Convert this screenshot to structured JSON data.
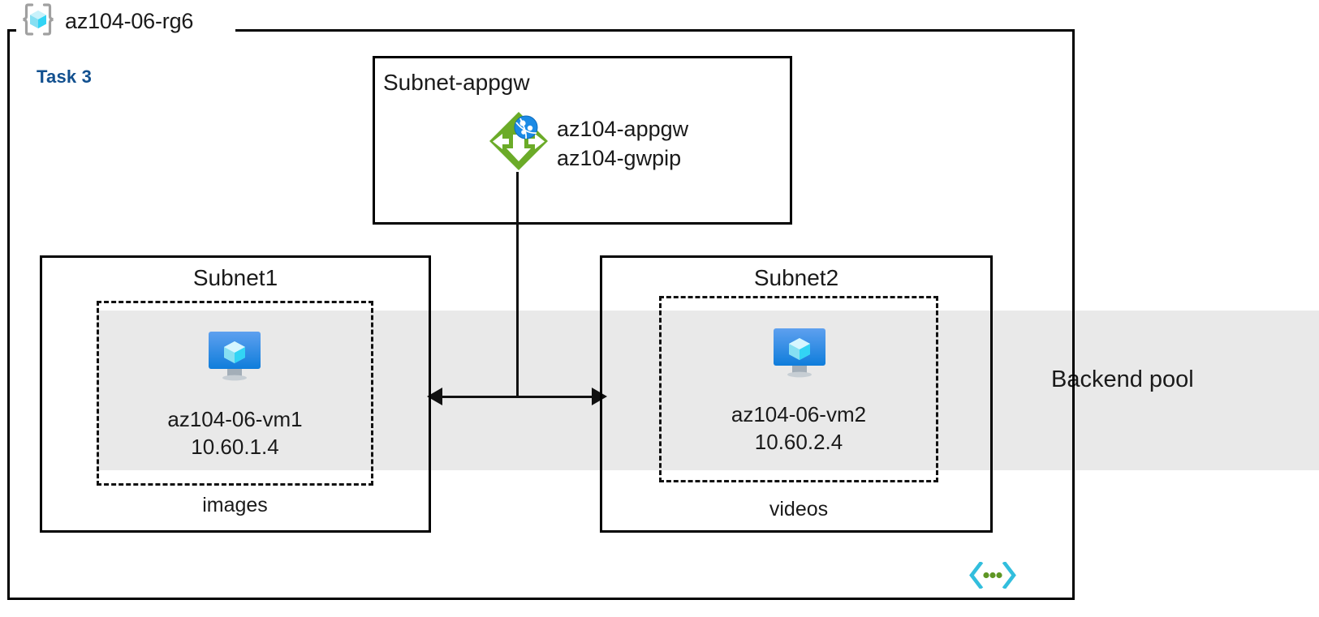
{
  "diagram": {
    "resource_group": {
      "name": "az104-06-rg6",
      "icon": "resource-group-icon"
    },
    "task_label": "Task 3",
    "backend_pool_label": "Backend pool",
    "vnet_icon": "virtual-network-icon",
    "subnets": [
      {
        "id": "subnet-appgw",
        "title": "Subnet-appgw",
        "resources": [
          {
            "icon": "application-gateway-icon",
            "line1": "az104-appgw",
            "line2": "az104-gwpip"
          }
        ]
      },
      {
        "id": "subnet1",
        "title": "Subnet1",
        "tier_label": "images",
        "vm": {
          "icon": "virtual-machine-icon",
          "name": "az104-06-vm1",
          "ip": "10.60.1.4"
        }
      },
      {
        "id": "subnet2",
        "title": "Subnet2",
        "tier_label": "videos",
        "vm": {
          "icon": "virtual-machine-icon",
          "name": "az104-06-vm2",
          "ip": "10.60.2.4"
        }
      }
    ],
    "colors": {
      "accent_task": "#12508f",
      "band_gray": "#e9e9e9",
      "appgw_green": "#6bab28",
      "vm_blue": "#1b8ae5",
      "cube_cyan": "#50e6ff",
      "vnet_cyan": "#32bedd",
      "vnet_green": "#5e9624",
      "outline": "#000000"
    }
  }
}
